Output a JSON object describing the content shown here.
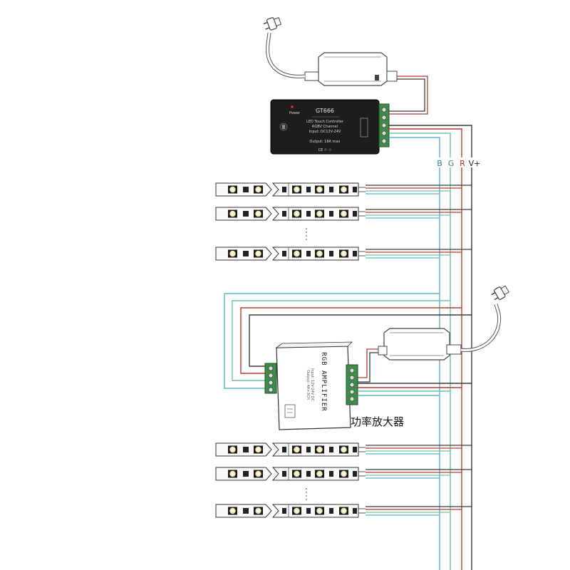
{
  "controller": {
    "model": "GT666",
    "power_label": "Power",
    "line1": "LED Touch Controller",
    "line2": "RGBV Channel",
    "line3": "Input: DC12V-24V",
    "line4": "Output: 18A max",
    "cert_marks": "CE  ⚐  ♲"
  },
  "wire_labels": {
    "b": "B",
    "g": "G",
    "r": "R",
    "v": "V+"
  },
  "amplifier": {
    "title": "RGB AMPLIFIER",
    "spec_line1": "Input: 12V-24V DC",
    "spec_line2": "Output: 4A×3CH",
    "caption": "功率放大器"
  },
  "colors": {
    "blue_wire": "#5ab3c9",
    "green_wire": "#6cc3a6",
    "red_wire": "#c0392b",
    "black_wire": "#3a3a3a",
    "terminal_green": "#3d8b4a"
  }
}
